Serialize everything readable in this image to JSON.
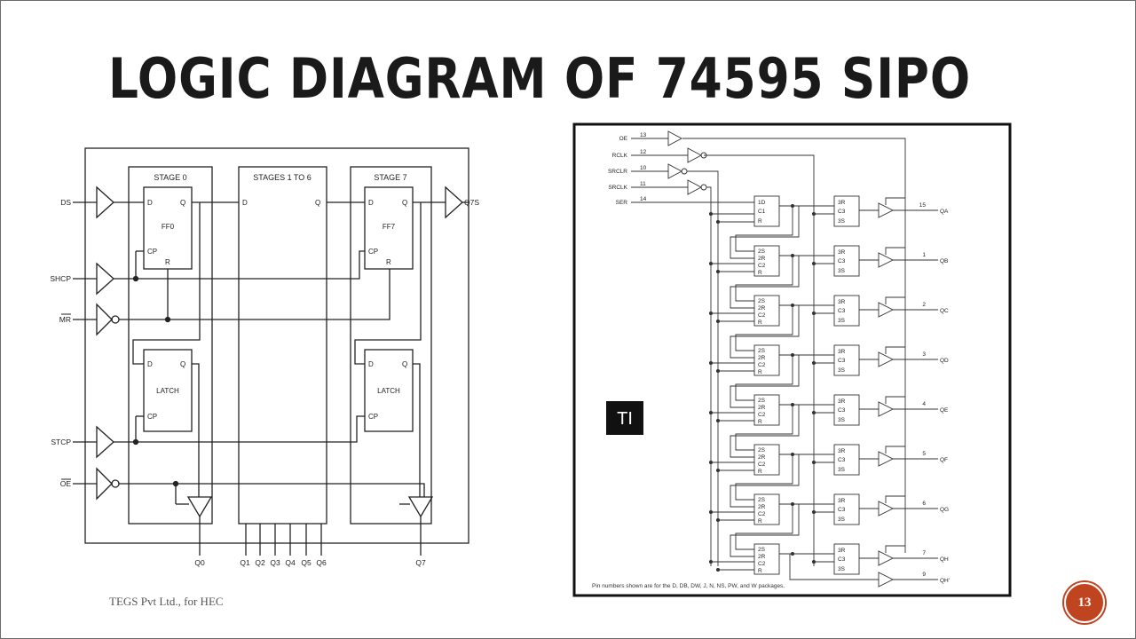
{
  "slide": {
    "title": "LOGIC DIAGRAM OF 74595 SIPO",
    "footer": "TEGS Pvt Ltd., for HEC",
    "page_number": "13"
  },
  "left_diagram": {
    "inputs": {
      "ds": "DS",
      "shcp": "SHCP",
      "mr": "MR",
      "stcp": "STCP",
      "oe": "OE"
    },
    "output_serial": "Q7S",
    "stage0": {
      "title": "STAGE 0",
      "ff_name": "FF0",
      "latch_name": "LATCH"
    },
    "stages_mid": {
      "title": "STAGES 1 TO 6"
    },
    "stage7": {
      "title": "STAGE 7",
      "ff_name": "FF7",
      "latch_name": "LATCH"
    },
    "pin_d": "D",
    "pin_q": "Q",
    "pin_cp": "CP",
    "pin_r": "R",
    "outputs": [
      "Q0",
      "Q1",
      "Q2",
      "Q3",
      "Q4",
      "Q5",
      "Q6",
      "Q7"
    ]
  },
  "right_diagram": {
    "badge": "TI",
    "inputs": [
      {
        "name": "OE",
        "pin": "13"
      },
      {
        "name": "RCLK",
        "pin": "12"
      },
      {
        "name": "SRCLR",
        "pin": "10"
      },
      {
        "name": "SRCLK",
        "pin": "11"
      },
      {
        "name": "SER",
        "pin": "14"
      }
    ],
    "sr_first": [
      "1D",
      "C1",
      "R"
    ],
    "sr_rest": [
      "2S",
      "2R",
      "C2",
      "R"
    ],
    "latch": [
      "3R",
      "C3",
      "3S"
    ],
    "outputs": [
      {
        "pin": "15",
        "name": "QA"
      },
      {
        "pin": "1",
        "name": "QB"
      },
      {
        "pin": "2",
        "name": "QC"
      },
      {
        "pin": "3",
        "name": "QD"
      },
      {
        "pin": "4",
        "name": "QE"
      },
      {
        "pin": "5",
        "name": "QF"
      },
      {
        "pin": "6",
        "name": "QG"
      },
      {
        "pin": "7",
        "name": "QH"
      },
      {
        "pin": "9",
        "name": "QH'"
      }
    ],
    "note": "Pin numbers shown are for the D, DB, DW, J, N, NS, PW, and W packages."
  }
}
